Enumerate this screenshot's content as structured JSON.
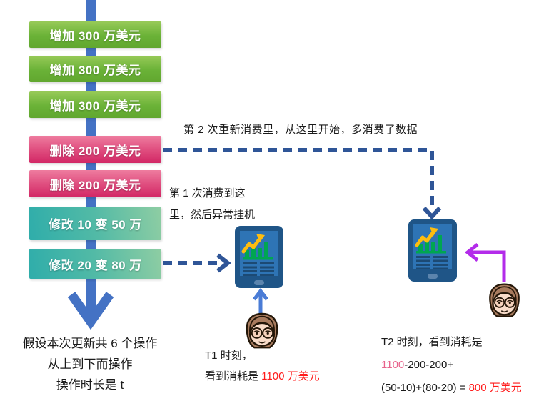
{
  "flow": {
    "boxes": [
      {
        "id": "add-1",
        "type": "add",
        "label": "增加 300 万美元"
      },
      {
        "id": "add-2",
        "type": "add",
        "label": "增加 300 万美元"
      },
      {
        "id": "add-3",
        "type": "add",
        "label": "增加 300 万美元"
      },
      {
        "id": "delete-1",
        "type": "delete",
        "label": "删除 200 万美元"
      },
      {
        "id": "delete-2",
        "type": "delete",
        "label": "删除 200 万美元"
      },
      {
        "id": "modify-1",
        "type": "modify",
        "label": "修改 10 变 50 万"
      },
      {
        "id": "modify-2",
        "type": "modify",
        "label": "修改 20 变 80 万"
      }
    ],
    "summary_lines": [
      "假设本次更新共 6 个操作",
      "从上到下而操作",
      "操作时长是 t"
    ]
  },
  "annotations": {
    "replay_note": "第 2 次重新消费里，从这里开始，多消费了数据",
    "first_consume_line1": "第 1 次消费到这",
    "first_consume_line2": "里，然后异常挂机",
    "t1_time": "T1 时刻，",
    "t1_prefix": "看到消耗是 ",
    "t1_value": "1100 万美元",
    "t2_line1": "T2 时刻，看到消耗是",
    "t2_calc_highlight": "1100",
    "t2_calc_rest": "-200-200+",
    "t2_calc_line3": "(50-10)+(80-20) = ",
    "t2_value": "800 万美元"
  },
  "icons": {
    "tablet": "tablet-with-bar-chart-and-up-arrow",
    "person": "woman-with-glasses"
  },
  "colors": {
    "timeline_arrow_blue": "#4472c4",
    "dashed_arrow_navy": "#2f5597",
    "person2_arrow_purple": "#b32cea",
    "add_box_green": "#6ab237",
    "delete_box_pink": "#d82a68",
    "modify_box_teal": "#2fadaa",
    "highlight_red": "#ff1a1a",
    "highlight_pink": "#e8638c",
    "tablet_body": "#1f5587",
    "tablet_screen": "#2e74b5",
    "chart_bar_green": "#00a651",
    "chart_arrow_yellow": "#fdbd10"
  }
}
